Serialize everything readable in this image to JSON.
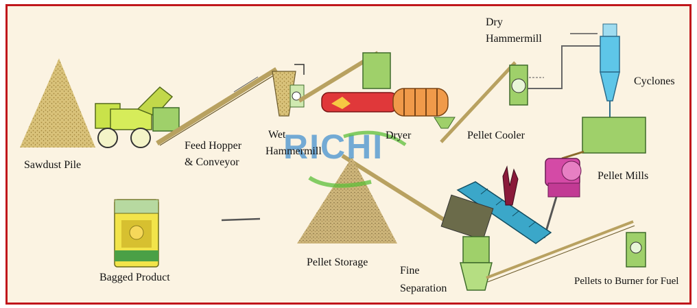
{
  "diagram": {
    "labels": {
      "sawdust_pile": "Sawdust Pile",
      "feed_hopper": "Feed Hopper",
      "conveyor": "& Conveyor",
      "wet": "Wet",
      "hammermill": "Hammermill",
      "dryer": "Dryer",
      "dry": "Dry",
      "dry_hammermill": "Hammermill",
      "pellet_cooler": "Pellet Cooler",
      "cyclones": "Cyclones",
      "pellet_mills": "Pellet Mills",
      "bagged_product": "Bagged Product",
      "pellet_storage": "Pellet Storage",
      "fine": "Fine",
      "separation": "Separation",
      "pellets_to_burner": "Pellets to Burner for Fuel"
    },
    "watermark": "RICHI",
    "colors": {
      "border": "#c0161b",
      "background": "#fbf3e2",
      "sawdust": "#d9c27a",
      "equipment_green": "#9fd06a",
      "dryer_red": "#e0383a",
      "cooler_blue": "#3ba7c9",
      "mill_pink": "#d44aa6",
      "logo_blue": "#3f8fd0",
      "logo_green": "#5cbf3a"
    }
  }
}
